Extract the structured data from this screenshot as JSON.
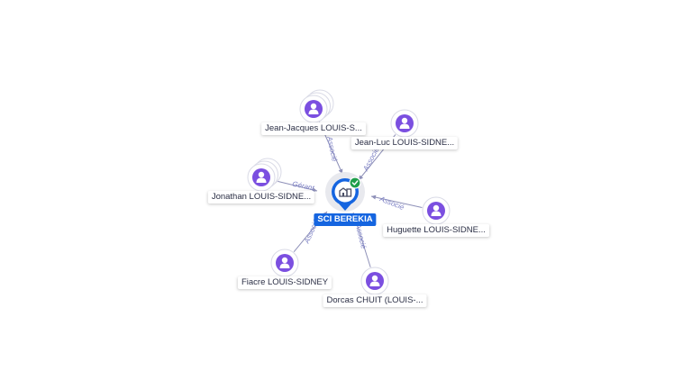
{
  "center": {
    "label": "SCI BEREKIA",
    "icon": "building-icon",
    "badge_icon": "check-icon",
    "color": "#1565e0",
    "badge_color": "#1e9e4a"
  },
  "person_color": "#7b4fe0",
  "edge_color": "#8e90b8",
  "people": [
    {
      "label": "Jean-Jacques LOUIS-S...",
      "role": "Associé",
      "stacked": true
    },
    {
      "label": "Jean-Luc LOUIS-SIDNE...",
      "role": "Associé",
      "stacked": false
    },
    {
      "label": "Jonathan LOUIS-SIDNE...",
      "role": "Gérant",
      "stacked": true
    },
    {
      "label": "Huguette LOUIS-SIDNE...",
      "role": "Associé",
      "stacked": false
    },
    {
      "label": "Fiacre LOUIS-SIDNEY",
      "role": "Associé",
      "stacked": false
    },
    {
      "label": "Dorcas CHUIT (LOUIS-...",
      "role": "Associé",
      "stacked": false
    }
  ]
}
